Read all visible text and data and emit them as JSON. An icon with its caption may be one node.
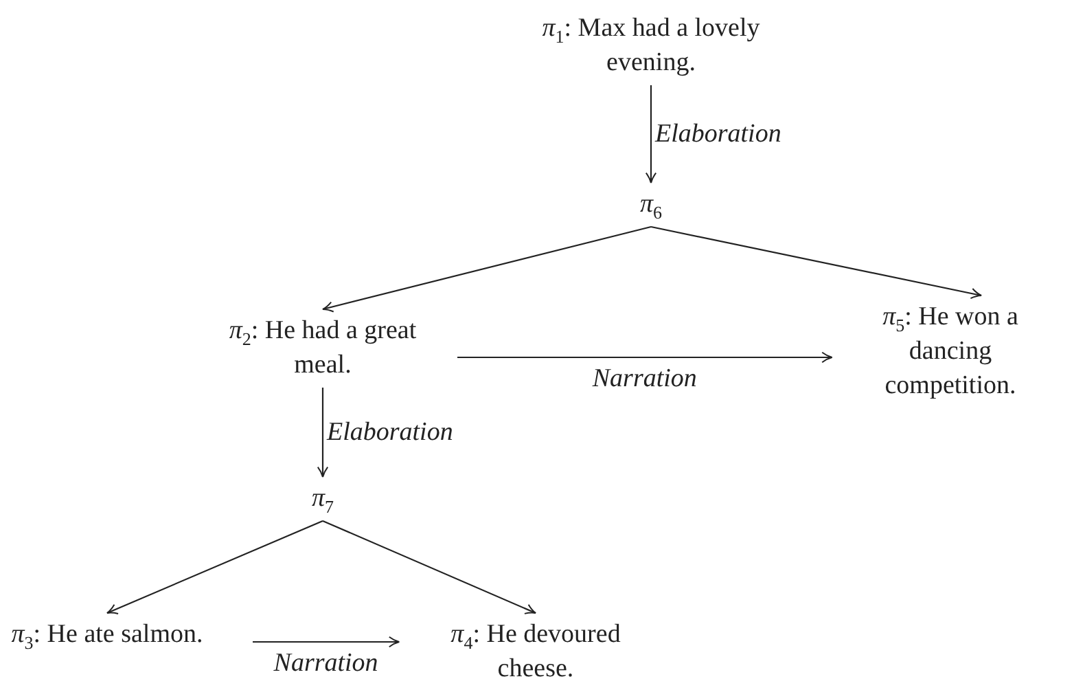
{
  "diagram": {
    "nodes": [
      {
        "text": [
          "*π*$_{1}$: Max had a lovely evening."
        ]
      },
      {
        "text": [
          "*π*$_{6}$"
        ]
      },
      {
        "text": [
          "*π*$_{2}$: He had a great meal."
        ]
      },
      {
        "text": [
          "*π*$_{5}$: He won a dancing competition."
        ]
      },
      {
        "text": [
          "*π*$_{7}$"
        ]
      },
      {
        "text": [
          "*π*$_{3}$: He ate salmon."
        ]
      },
      {
        "text": [
          "*π*$_{4}$: He devoured cheese."
        ]
      }
    ],
    "edges": [
      {
        "from": 0,
        "to": 1,
        "arrow": "to",
        "label": "Elaboration"
      },
      {
        "from": 1,
        "to": 2,
        "arrow": "to"
      },
      {
        "from": 1,
        "to": 3,
        "arrow": "to"
      },
      {
        "from": 2,
        "to": 3,
        "arrow": "to",
        "label": "Narration"
      },
      {
        "from": 2,
        "to": 4,
        "arrow": "to",
        "label": "Elaboration"
      },
      {
        "from": 4,
        "to": 5,
        "arrow": "to"
      },
      {
        "from": 4,
        "to": 6,
        "arrow": "to"
      },
      {
        "from": 5,
        "to": 6,
        "arrow": "to",
        "label": "Narration"
      }
    ]
  }
}
